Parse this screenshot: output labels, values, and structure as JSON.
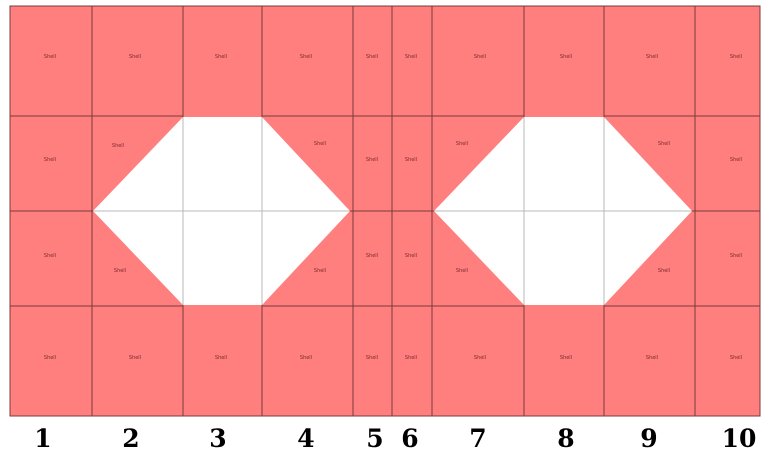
{
  "colors": {
    "fill": "#ff7f7f",
    "grid": "#7a3a3a",
    "hole": "#ffffff",
    "hole_grid": "#b8b8b8"
  },
  "diagram": {
    "column_labels": [
      "1",
      "2",
      "3",
      "4",
      "5",
      "6",
      "7",
      "8",
      "9",
      "10"
    ],
    "rows": 4,
    "cell_text": "Shell"
  }
}
